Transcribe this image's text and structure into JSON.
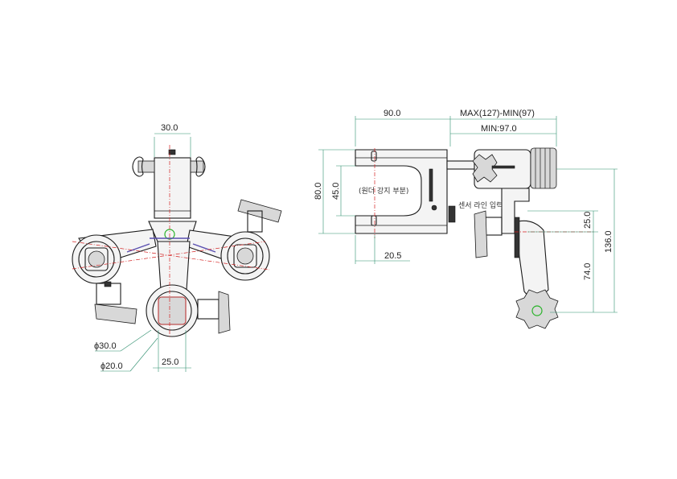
{
  "dimensions": {
    "front_top_width": "30.0",
    "side_width": "90.0",
    "max_min": "MAX(127)-MIN(97)",
    "min_value": "MIN:97.0",
    "height_total": "80.0",
    "height_inner": "45.0",
    "bottom_offset": "20.5",
    "right_25": "25.0",
    "right_74": "74.0",
    "right_136": "136.0",
    "dia_30": "ϕ30.0",
    "dia_20": "ϕ20.0",
    "bottom_25": "25.0"
  },
  "labels": {
    "wonder_clamp": "(원더 강지 부분)",
    "sensor_line": "센서 라인 입력"
  },
  "colors": {
    "dimension_line": "#2f8f6f",
    "center_line": "#d42020",
    "highlight": "#5a4fb0",
    "marker": "#2ab32a"
  }
}
